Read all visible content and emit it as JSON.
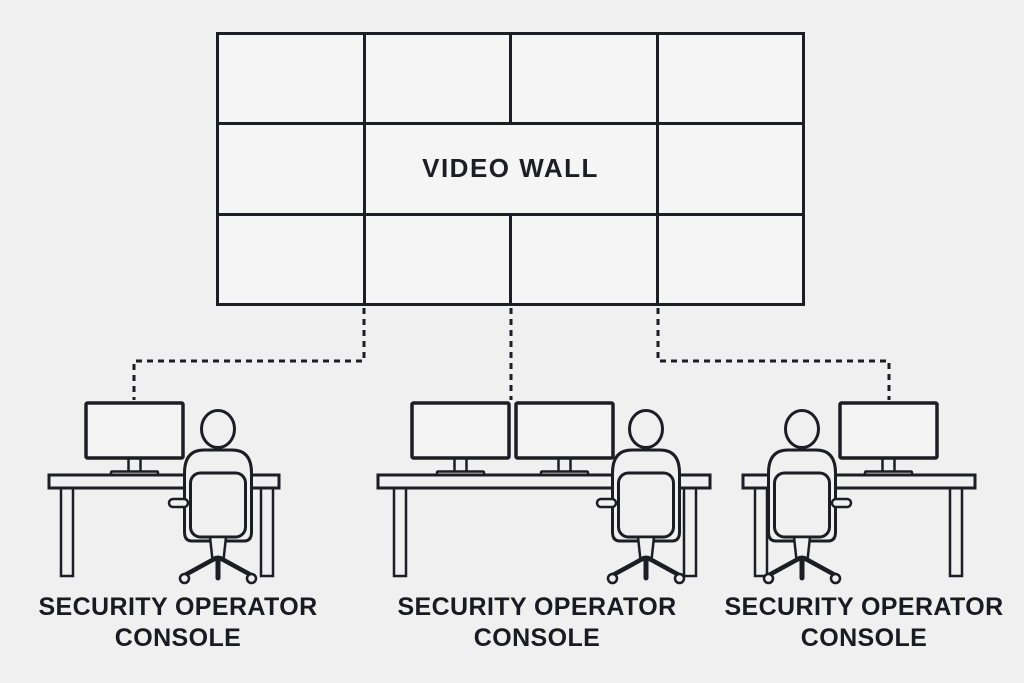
{
  "page": {
    "background_color": "#f0f0f1",
    "line_color": "#1d1d24"
  },
  "video_wall": {
    "label": "VIDEO WALL",
    "columns": 4,
    "rows": 3,
    "screen_count": 12
  },
  "consoles": [
    {
      "id": "left",
      "label_line1": "SECURITY OPERATOR",
      "label_line2": "CONSOLE",
      "monitor_count": 1,
      "operator_count": 1
    },
    {
      "id": "middle",
      "label_line1": "SECURITY OPERATOR",
      "label_line2": "CONSOLE",
      "monitor_count": 2,
      "operator_count": 1
    },
    {
      "id": "right",
      "label_line1": "SECURITY OPERATOR",
      "label_line2": "CONSOLE",
      "monitor_count": 1,
      "operator_count": 1
    }
  ]
}
